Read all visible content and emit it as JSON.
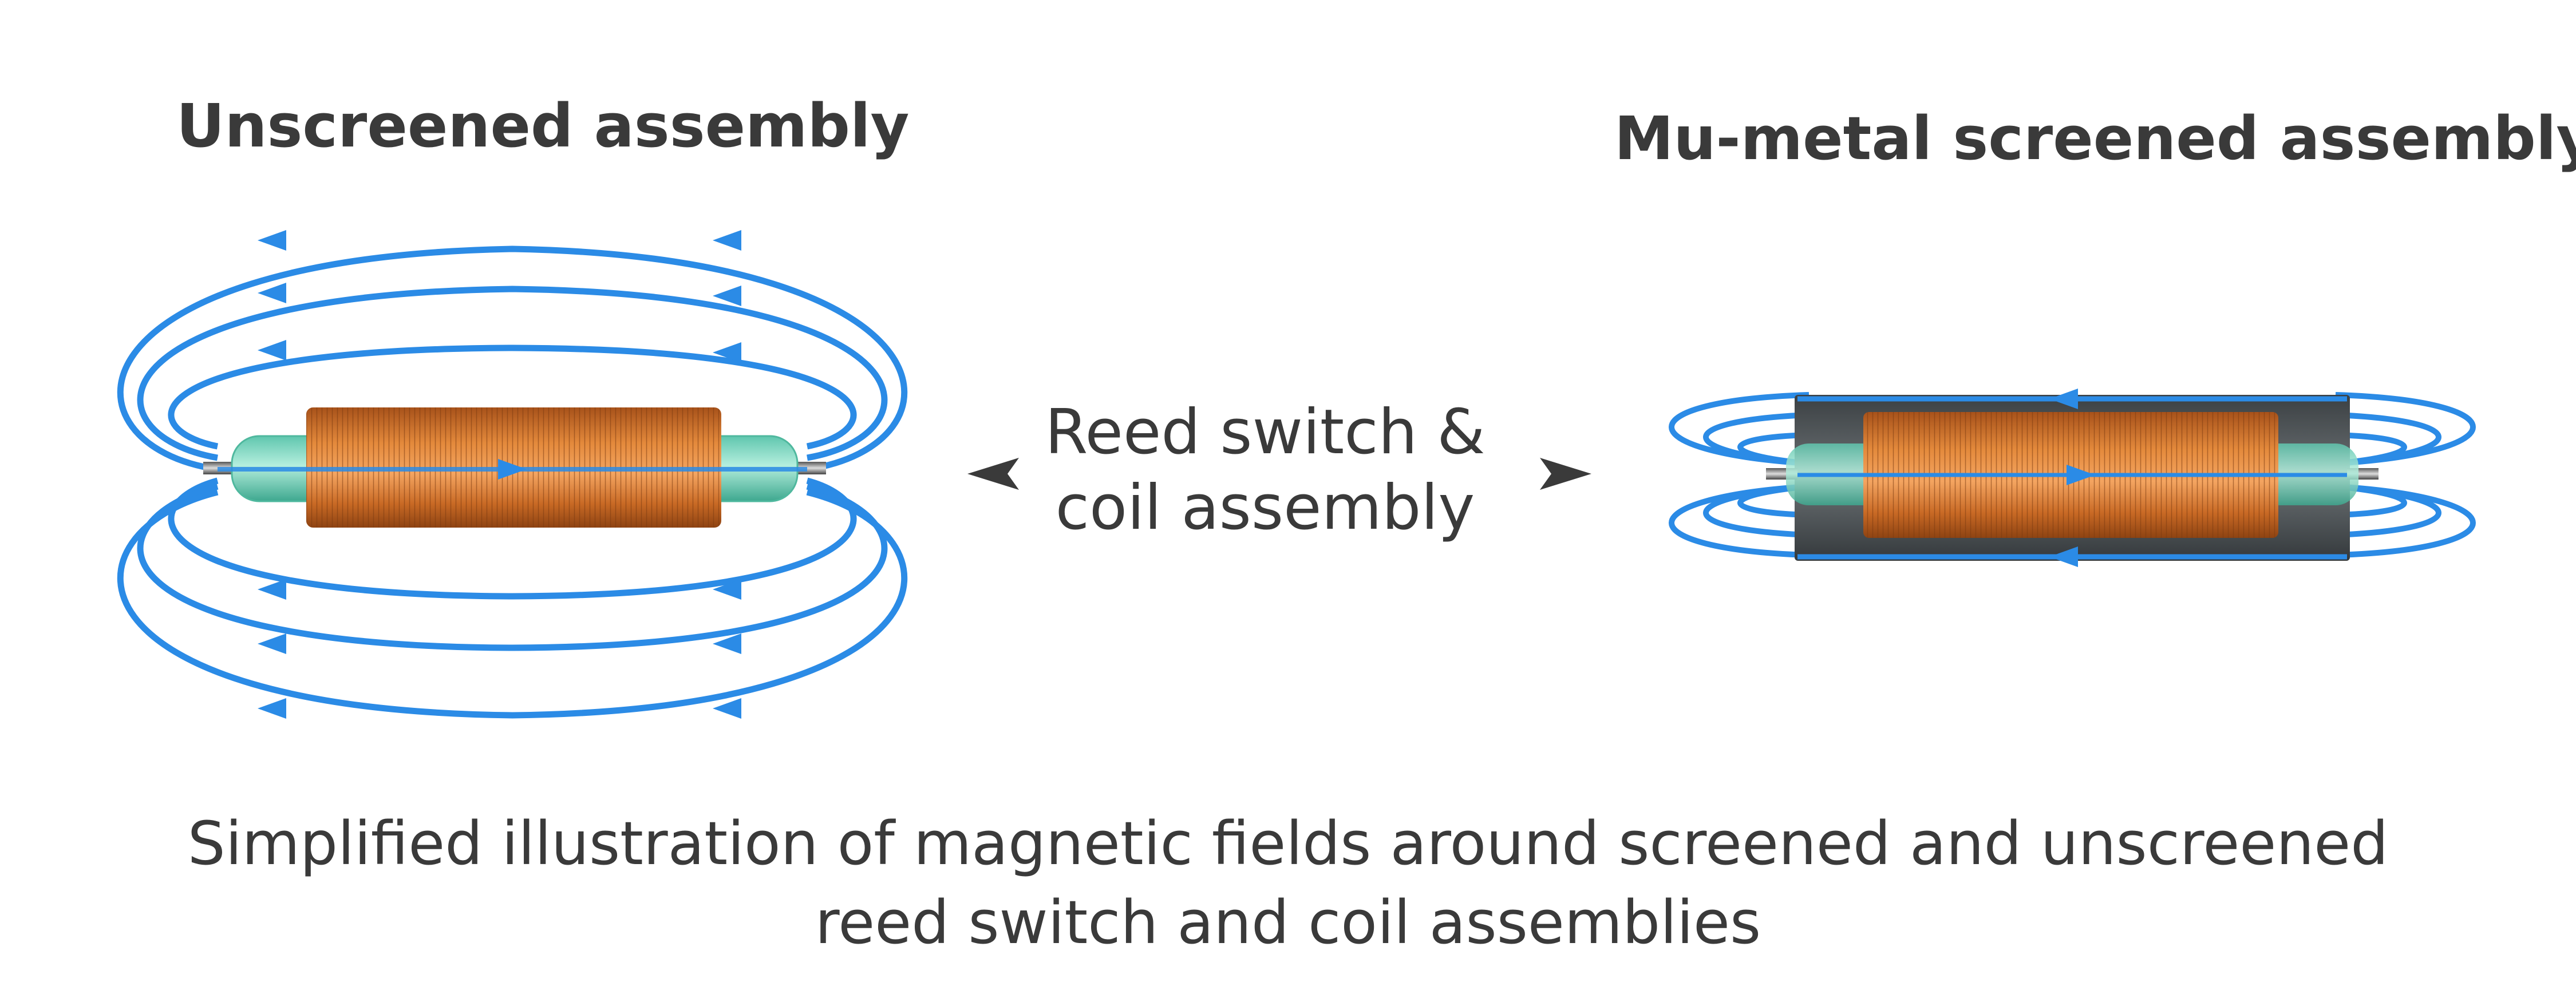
{
  "headings": {
    "left": "Unscreened assembly",
    "right": "Mu-metal screened assembly"
  },
  "center_label": {
    "line1": "Reed switch &",
    "line2": "coil assembly"
  },
  "caption": {
    "line1": "Simplified illustration of magnetic fields around screened and unscreened",
    "line2": "reed switch and coil assemblies"
  },
  "colors": {
    "field_line": "#2b8be6",
    "copper": "#d2782f",
    "glass": "#7fd9c4",
    "mu_metal": "#4a4f52",
    "text": "#3a3a3a",
    "pointer": "#3a3a3a"
  }
}
